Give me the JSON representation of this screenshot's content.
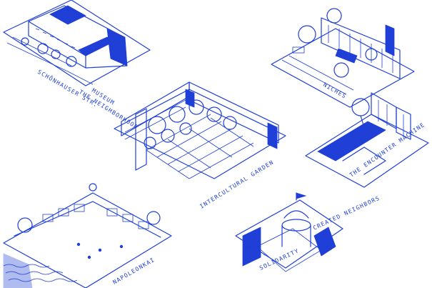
{
  "colors": {
    "ink": "#1f3fd6",
    "paper": "#ffffff"
  },
  "vignettes": [
    {
      "id": "neighborhood-museum",
      "title_line1": "THE NEIGHBORHOOD",
      "title_line2": "MUSEUM",
      "street": "SCHÖNHAUSER STR."
    },
    {
      "id": "niches",
      "title": "NICHES"
    },
    {
      "id": "intercultural-garden",
      "title": "INTERCULTURAL GARDEN"
    },
    {
      "id": "encounter-machine",
      "title": "THE ENCOUNTER MACHINE"
    },
    {
      "id": "anti-solidarity",
      "title_right": "CREATED NEIGHBORS",
      "title_left": "ANTI -",
      "title_bottom": "SOLIDARITY"
    },
    {
      "id": "napoleon",
      "title": "NAPOLEONKAI"
    }
  ]
}
